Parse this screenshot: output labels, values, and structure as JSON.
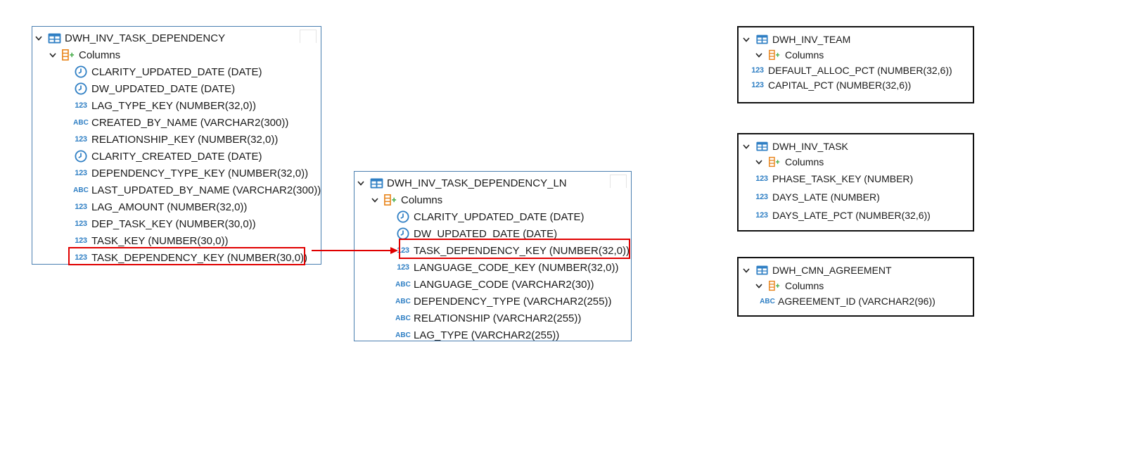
{
  "panels": {
    "task_dependency": {
      "table": "DWH_INV_TASK_DEPENDENCY",
      "columns_label": "Columns",
      "columns": [
        {
          "type": "date",
          "icon": "clock-icon",
          "text": "CLARITY_UPDATED_DATE (DATE)"
        },
        {
          "type": "date",
          "icon": "clock-icon",
          "text": "DW_UPDATED_DATE (DATE)"
        },
        {
          "type": "number",
          "icon": "number-type-icon",
          "text": "LAG_TYPE_KEY (NUMBER(32,0))"
        },
        {
          "type": "text",
          "icon": "text-type-icon",
          "text": "CREATED_BY_NAME (VARCHAR2(300))"
        },
        {
          "type": "number",
          "icon": "number-type-icon",
          "text": "RELATIONSHIP_KEY (NUMBER(32,0))"
        },
        {
          "type": "date",
          "icon": "clock-icon",
          "text": "CLARITY_CREATED_DATE (DATE)"
        },
        {
          "type": "number",
          "icon": "number-type-icon",
          "text": "DEPENDENCY_TYPE_KEY (NUMBER(32,0))"
        },
        {
          "type": "text",
          "icon": "text-type-icon",
          "text": "LAST_UPDATED_BY_NAME (VARCHAR2(300))"
        },
        {
          "type": "number",
          "icon": "number-type-icon",
          "text": "LAG_AMOUNT (NUMBER(32,0))"
        },
        {
          "type": "number",
          "icon": "number-type-icon",
          "text": "DEP_TASK_KEY (NUMBER(30,0))"
        },
        {
          "type": "number",
          "icon": "number-type-icon",
          "text": "TASK_KEY (NUMBER(30,0))"
        },
        {
          "type": "number",
          "icon": "number-type-icon",
          "text": "TASK_DEPENDENCY_KEY (NUMBER(30,0))"
        }
      ]
    },
    "task_dependency_ln": {
      "table": "DWH_INV_TASK_DEPENDENCY_LN",
      "columns_label": "Columns",
      "columns": [
        {
          "type": "date",
          "icon": "clock-icon",
          "text": "CLARITY_UPDATED_DATE (DATE)"
        },
        {
          "type": "date",
          "icon": "clock-icon",
          "text": "DW_UPDATED_DATE (DATE)"
        },
        {
          "type": "number",
          "icon": "number-type-icon",
          "text": "TASK_DEPENDENCY_KEY (NUMBER(32,0))"
        },
        {
          "type": "number",
          "icon": "number-type-icon",
          "text": "LANGUAGE_CODE_KEY (NUMBER(32,0))"
        },
        {
          "type": "text",
          "icon": "text-type-icon",
          "text": "LANGUAGE_CODE (VARCHAR2(30))"
        },
        {
          "type": "text",
          "icon": "text-type-icon",
          "text": "DEPENDENCY_TYPE (VARCHAR2(255))"
        },
        {
          "type": "text",
          "icon": "text-type-icon",
          "text": "RELATIONSHIP (VARCHAR2(255))"
        },
        {
          "type": "text",
          "icon": "text-type-icon",
          "text": "LAG_TYPE (VARCHAR2(255))"
        }
      ]
    },
    "team": {
      "table": "DWH_INV_TEAM",
      "columns_label": "Columns",
      "columns": [
        {
          "type": "number",
          "icon": "number-type-icon",
          "text": "DEFAULT_ALLOC_PCT (NUMBER(32,6))"
        },
        {
          "type": "number",
          "icon": "number-type-icon",
          "text": "CAPITAL_PCT (NUMBER(32,6))"
        }
      ]
    },
    "task": {
      "table": "DWH_INV_TASK",
      "columns_label": "Columns",
      "columns": [
        {
          "type": "number",
          "icon": "number-type-icon",
          "text": "PHASE_TASK_KEY (NUMBER)"
        },
        {
          "type": "number",
          "icon": "number-type-icon",
          "text": "DAYS_LATE (NUMBER)"
        },
        {
          "type": "number",
          "icon": "number-type-icon",
          "text": "DAYS_LATE_PCT (NUMBER(32,6))"
        }
      ]
    },
    "agreement": {
      "table": "DWH_CMN_AGREEMENT",
      "columns_label": "Columns",
      "columns": [
        {
          "type": "text",
          "icon": "text-type-icon",
          "text": "AGREEMENT_ID (VARCHAR2(96))"
        }
      ]
    }
  },
  "icons": {
    "number_glyph": "123",
    "text_glyph": "ABC"
  },
  "colors": {
    "panel_border_blue": "#4a7fb0",
    "panel_border_black": "#111111",
    "highlight_red": "#e00000",
    "icon_blue": "#2f7fc4",
    "columns_icon_orange": "#e8841a",
    "columns_icon_green": "#4caf50"
  }
}
